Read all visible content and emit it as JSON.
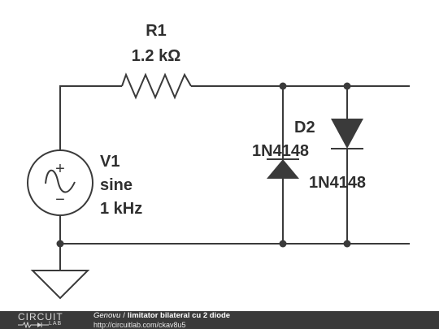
{
  "schematic": {
    "r1": {
      "ref": "R1",
      "value": "1.2 kΩ"
    },
    "v1": {
      "ref": "V1",
      "type": "sine",
      "freq": "1 kHz"
    },
    "d1": {
      "part": "1N4148"
    },
    "d2": {
      "ref": "D2",
      "part": "1N4148"
    },
    "source_plus": "+",
    "source_minus": "−"
  },
  "footer": {
    "logo_top": "CIRCUIT",
    "logo_bottom": "LAB",
    "author": "Genovu",
    "separator": "/",
    "title": "limitator bilateral cu 2 diode",
    "url": "http://circuitlab.com/ckav8u5"
  }
}
